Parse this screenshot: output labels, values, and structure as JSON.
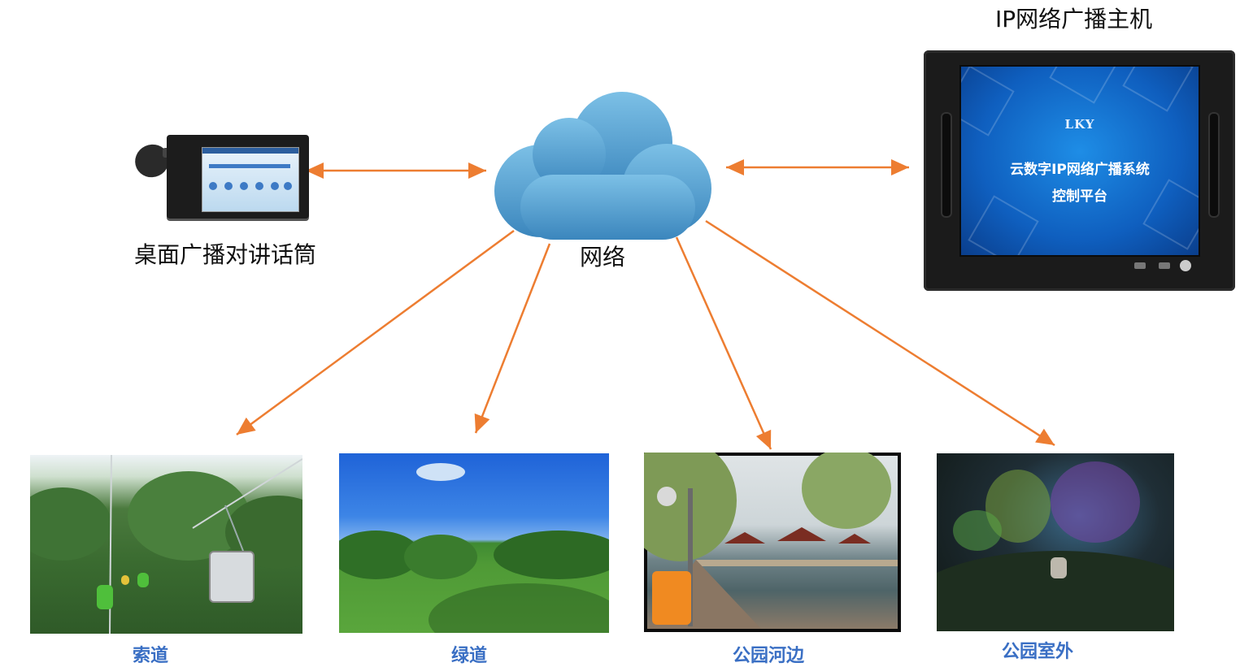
{
  "nodes": {
    "host": {
      "label": "IP网络广播主机"
    },
    "desk": {
      "label": "桌面广播对讲话筒"
    },
    "network": {
      "label": "网络"
    }
  },
  "host_screen": {
    "logo": "LKY",
    "line1": "云数字IP网络广播系统",
    "line2": "控制平台"
  },
  "scenes": [
    {
      "label": "索道"
    },
    {
      "label": "绿道"
    },
    {
      "label": "公园河边"
    },
    {
      "label": "公园室外"
    }
  ],
  "colors": {
    "arrow": "#ed7d31",
    "cloud": "#4f9ccf",
    "scene_label": "#3a6fc4"
  }
}
